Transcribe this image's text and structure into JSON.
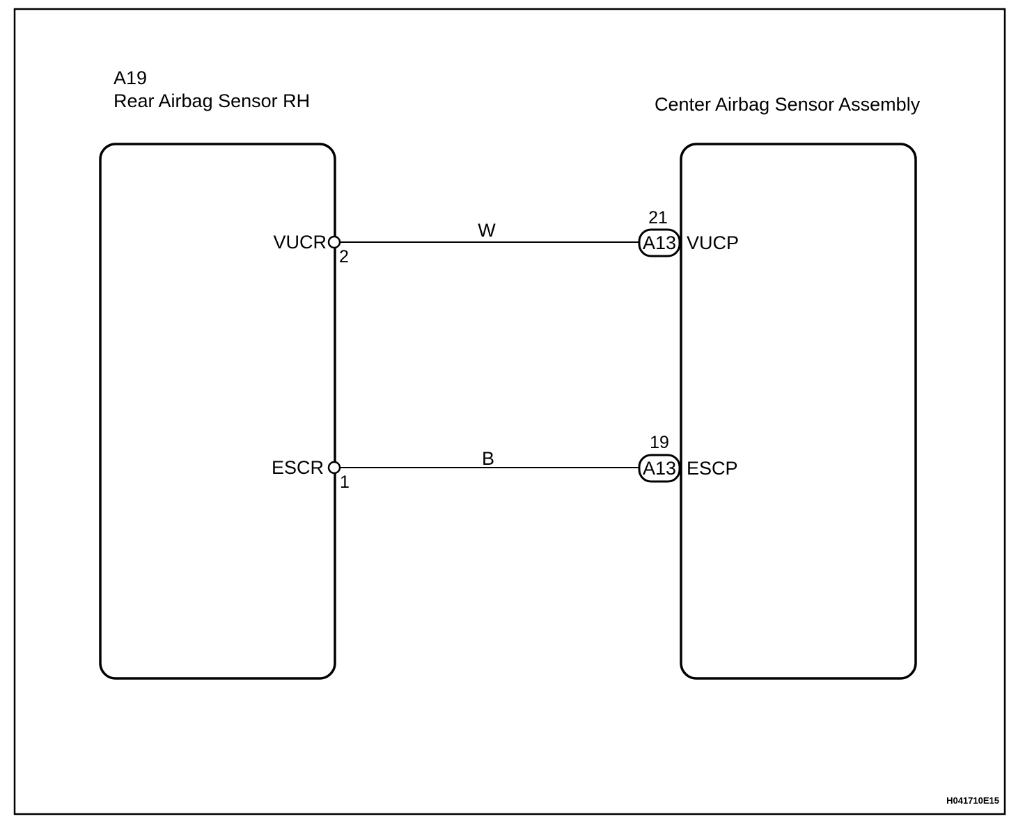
{
  "left_component": {
    "code": "A19",
    "name": "Rear Airbag Sensor RH",
    "terminals": [
      {
        "label": "VUCR",
        "pin": "2"
      },
      {
        "label": "ESCR",
        "pin": "1"
      }
    ]
  },
  "right_component": {
    "name": "Center Airbag Sensor Assembly",
    "terminals": [
      {
        "label": "VUCP",
        "pin": "21",
        "connector": "A13"
      },
      {
        "label": "ESCP",
        "pin": "19",
        "connector": "A13"
      }
    ]
  },
  "wires": [
    {
      "color": "W"
    },
    {
      "color": "B"
    }
  ],
  "reference_code": "H041710E15"
}
